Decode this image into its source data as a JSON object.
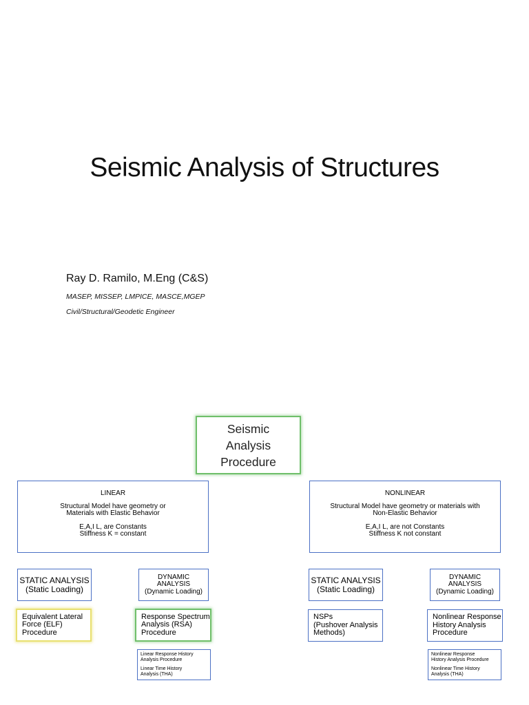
{
  "title": "Seismic Analysis of Structures",
  "author": {
    "name": "Ray D. Ramilo, M.Eng (C&S)",
    "credentials": "MASEP, MISSEP, LMPICE, MASCE,MGEP",
    "role": "Civil/Structural/Geodetic Engineer"
  },
  "diagram": {
    "root": [
      "Seismic",
      "Analysis",
      "Procedure"
    ],
    "linear": {
      "heading": "LINEAR",
      "desc": [
        "Structural Model have geometry or",
        "Materials with Elastic Behavior"
      ],
      "props": [
        "E,A,I L,  are Constants",
        "Stiffness K = constant"
      ],
      "static": [
        "STATIC ANALYSIS",
        "(Static Loading)"
      ],
      "dynamic": [
        "DYNAMIC",
        "ANALYSIS",
        "(Dynamic Loading)"
      ],
      "static_method": [
        "Equivalent Lateral",
        "Force (ELF)",
        "Procedure"
      ],
      "dynamic_method": [
        "Response Spectrum",
        "Analysis (RSA)",
        "Procedure"
      ],
      "history": [
        [
          "Linear Response History",
          "Analysis Procedure"
        ],
        [
          "Linear Time History",
          "Analysis (THA)"
        ]
      ]
    },
    "nonlinear": {
      "heading": "NONLINEAR",
      "desc": [
        "Structural Model have geometry or materials with",
        "Non-Elastic Behavior"
      ],
      "props": [
        "E,A,I L,  are not Constants",
        "Stiffness K not constant"
      ],
      "static": [
        "STATIC ANALYSIS",
        "(Static Loading)"
      ],
      "dynamic": [
        "DYNAMIC",
        "ANALYSIS",
        "(Dynamic Loading)"
      ],
      "static_method": [
        "NSPs",
        "(Pushover Analysis",
        "Methods)"
      ],
      "dynamic_method": [
        "Nonlinear Response",
        "History Analysis",
        "Procedure"
      ],
      "history": [
        [
          "Nonlinear Response",
          "History Analysis Procedure"
        ],
        [
          "Nonlinear Time History",
          "Analysis (THA)"
        ]
      ]
    }
  }
}
